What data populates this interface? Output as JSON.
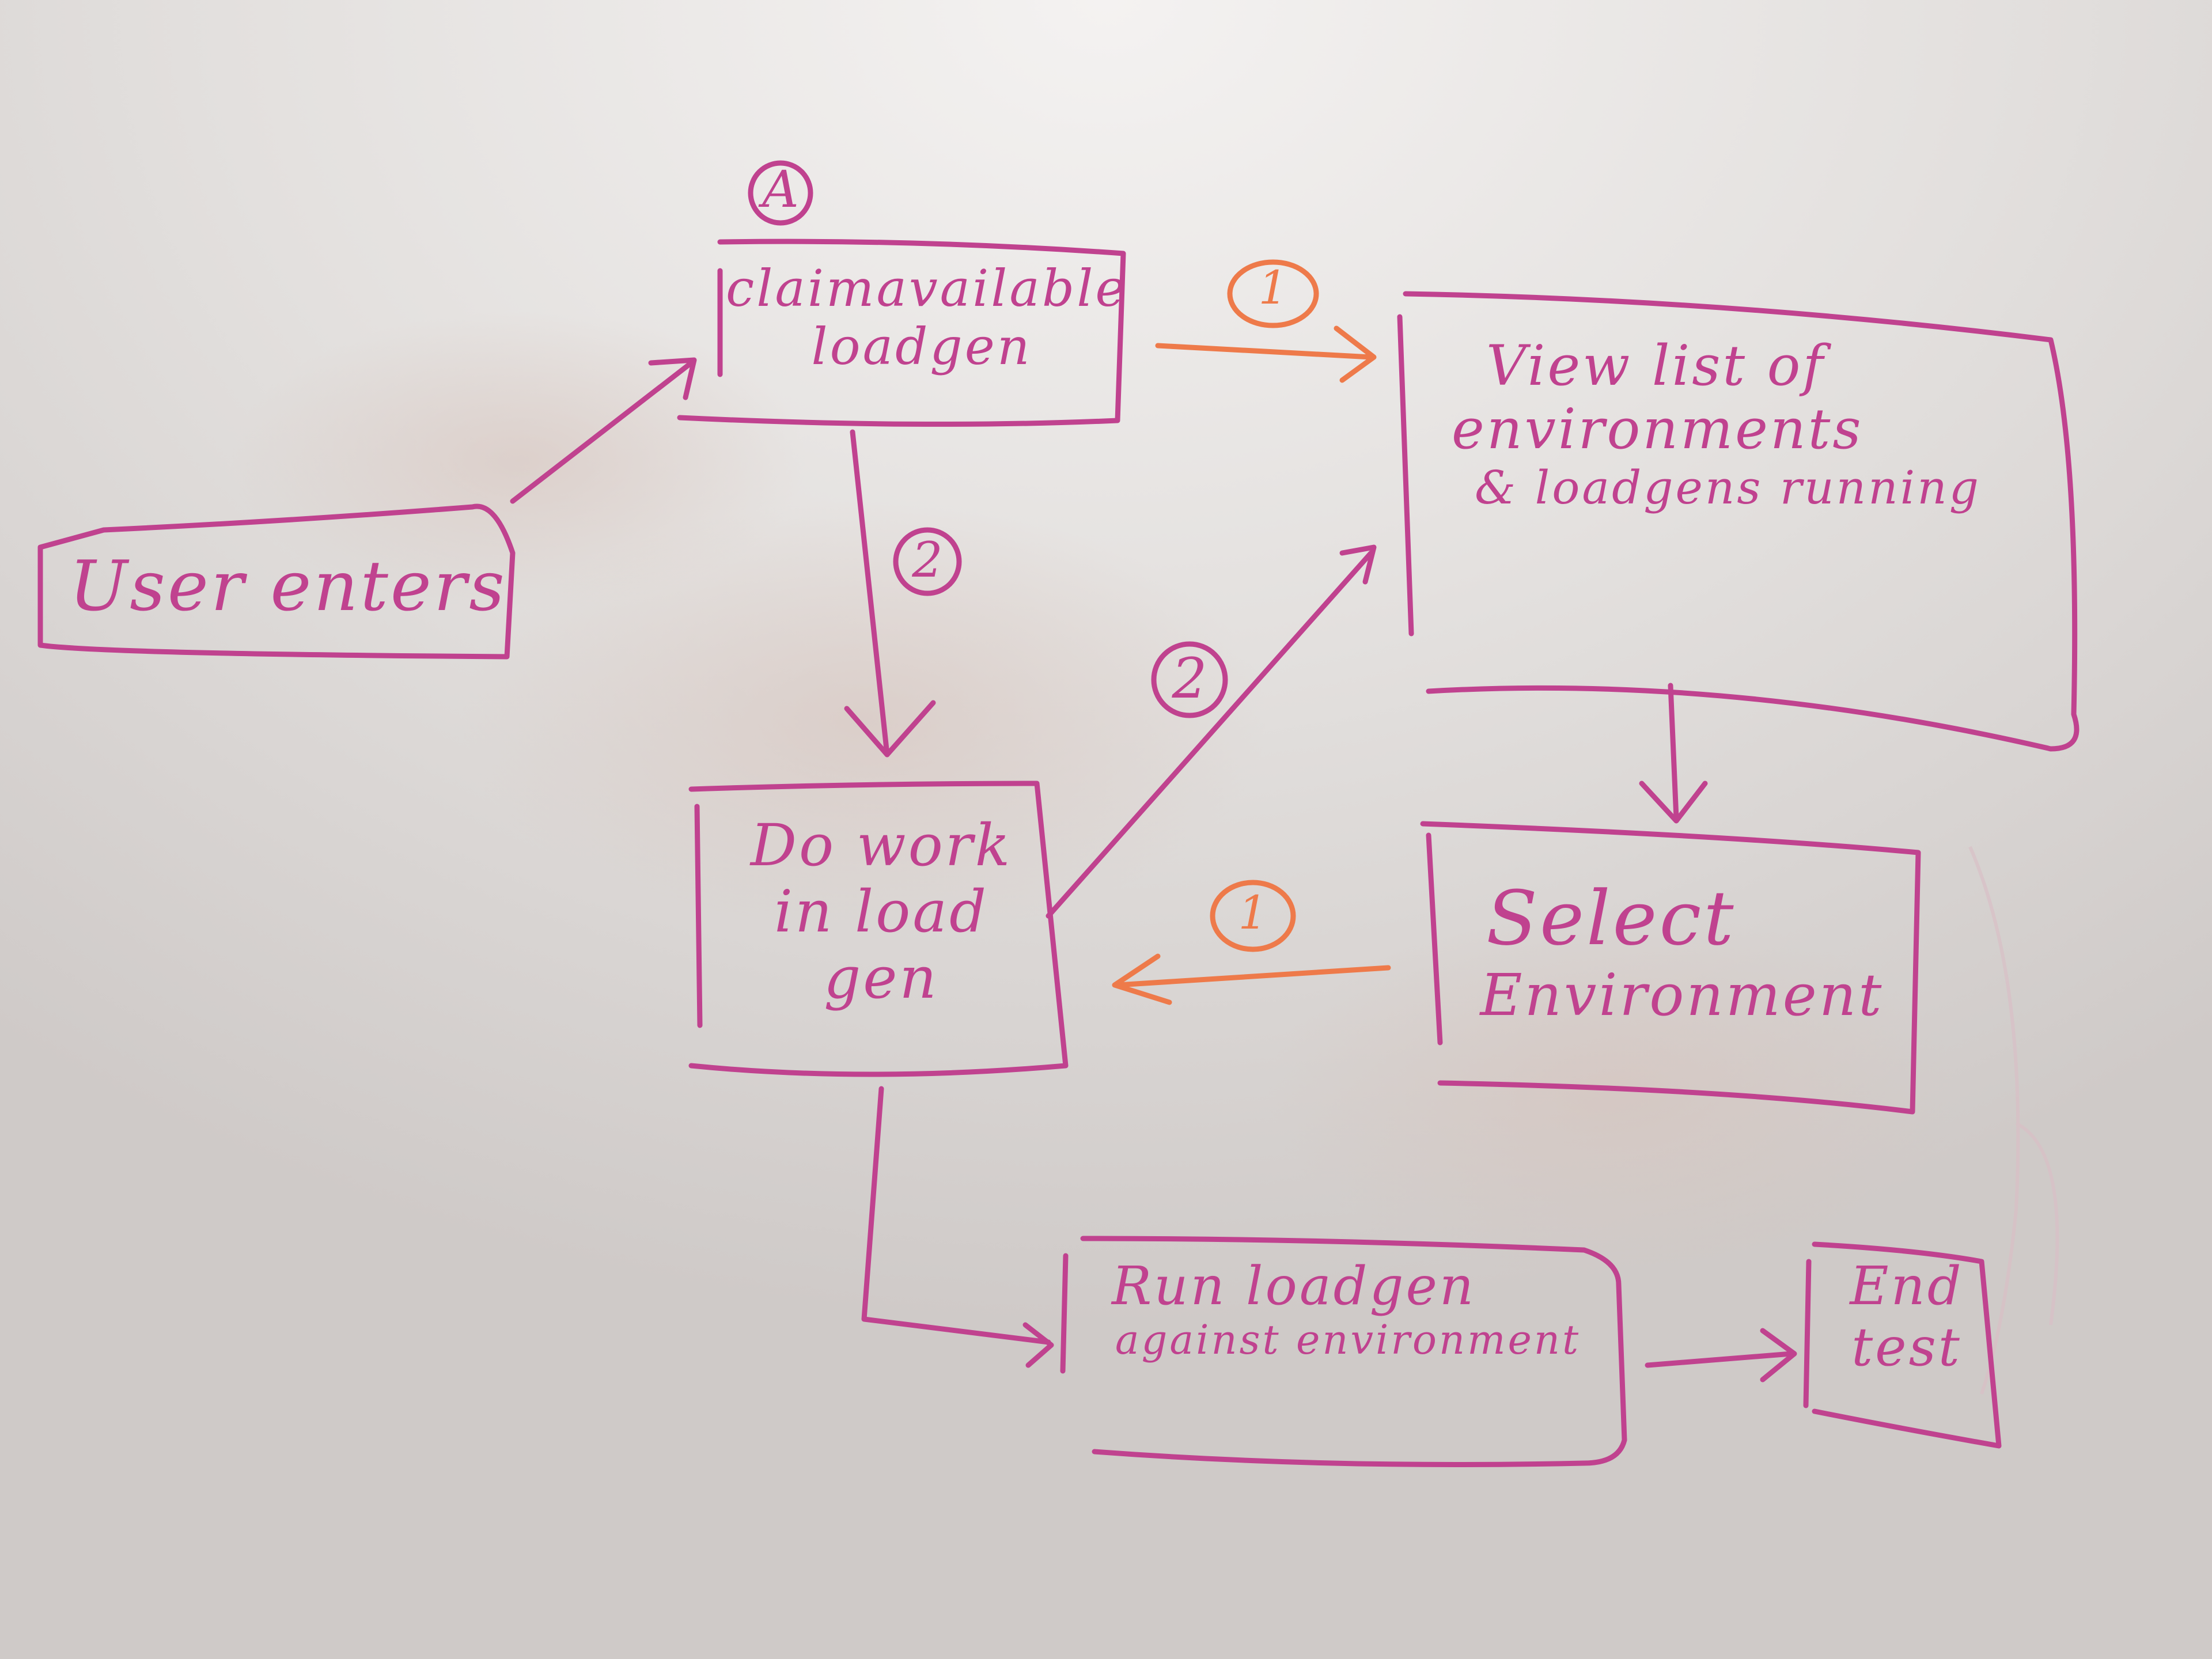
{
  "colors": {
    "board": "#dcd8d6",
    "ink_magenta": "#c0428f",
    "ink_orange": "#ee7a4a"
  },
  "nodes": {
    "user_enters": {
      "lines": [
        "User enters"
      ]
    },
    "claim": {
      "lines": [
        "claimavailable",
        "loadgen"
      ],
      "marker": "A"
    },
    "view_list": {
      "lines": [
        "View list of",
        "environments",
        "& loadgens running"
      ]
    },
    "do_work": {
      "lines": [
        "Do work",
        "in load",
        "gen"
      ]
    },
    "select_env": {
      "lines": [
        "Select",
        "Environment"
      ]
    },
    "run_loadgen": {
      "lines": [
        "Run loadgen",
        "against environment"
      ]
    },
    "end_test": {
      "lines": [
        "End",
        "test"
      ]
    }
  },
  "edge_labels": {
    "claim_to_view": "1",
    "claim_to_dowork": "2",
    "dowork_to_view": "2",
    "select_to_dowork": "1"
  }
}
